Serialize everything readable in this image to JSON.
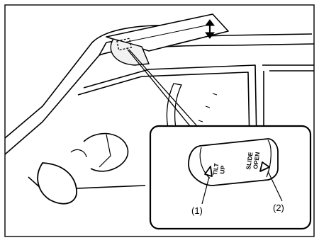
{
  "figure": {
    "description_labels": {
      "tilt_line1": "TILT",
      "tilt_line2": "UP",
      "slide_line1": "SLIDE",
      "slide_line2": "OPEN",
      "callout_1": "(1)",
      "callout_2": "(2)"
    }
  }
}
